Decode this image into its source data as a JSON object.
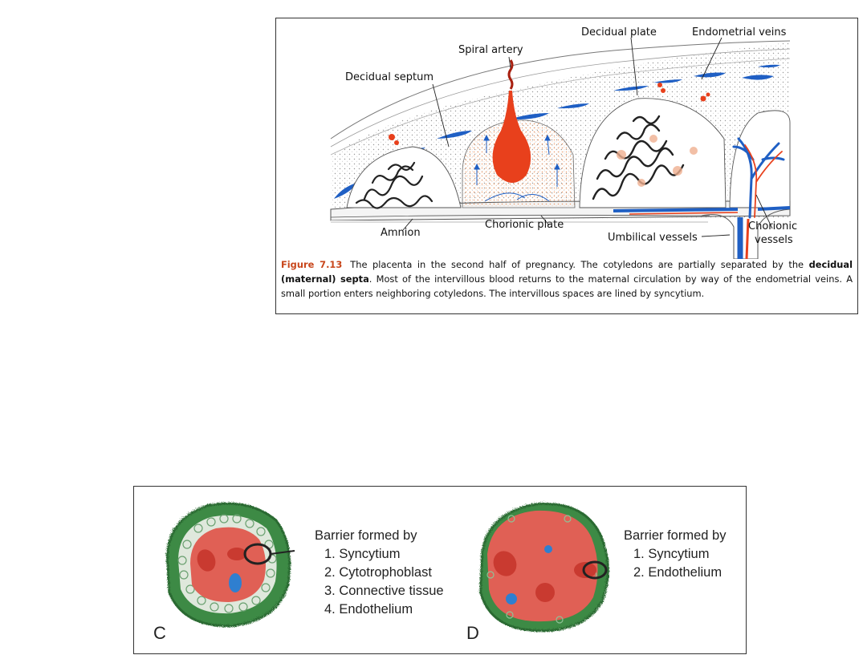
{
  "top_figure": {
    "labels": {
      "decidual_plate": "Decidual plate",
      "endometrial_veins": "Endometrial veins",
      "spiral_artery": "Spiral artery",
      "decidual_septum": "Decidual septum",
      "amnion": "Amnion",
      "chorionic_plate": "Chorionic plate",
      "umbilical_vessels": "Umbilical vessels",
      "chorionic_vessels_line1": "Chorionic",
      "chorionic_vessels_line2": "vessels"
    },
    "caption": {
      "figure_number": "Figure 7.13",
      "part1": "The placenta in the second half of pregnancy. The cotyledons are partially separated by the",
      "bold1": "decidual (maternal) septa",
      "part2": ". Most of the intervillous blood returns to the maternal circulation by way of the endometrial veins. A small portion enters neighboring cotyledons. The intervillous spaces are lined by syncytium."
    }
  },
  "bottom_figure": {
    "panel_c": {
      "letter": "C",
      "title": "Barrier formed by",
      "items": [
        "1. Syncytium",
        "2. Cytotrophoblast",
        "3. Connective tissue",
        "4. Endothelium"
      ]
    },
    "panel_d": {
      "letter": "D",
      "title": "Barrier formed by",
      "items": [
        "1. Syncytium",
        "2. Endothelium"
      ]
    }
  },
  "colors": {
    "artery_red": "#e8401c",
    "vein_blue": "#1f5fc4",
    "villus_green": "#3d8a45",
    "stroma_red": "#e06055",
    "caption_accent": "#c8461b"
  }
}
